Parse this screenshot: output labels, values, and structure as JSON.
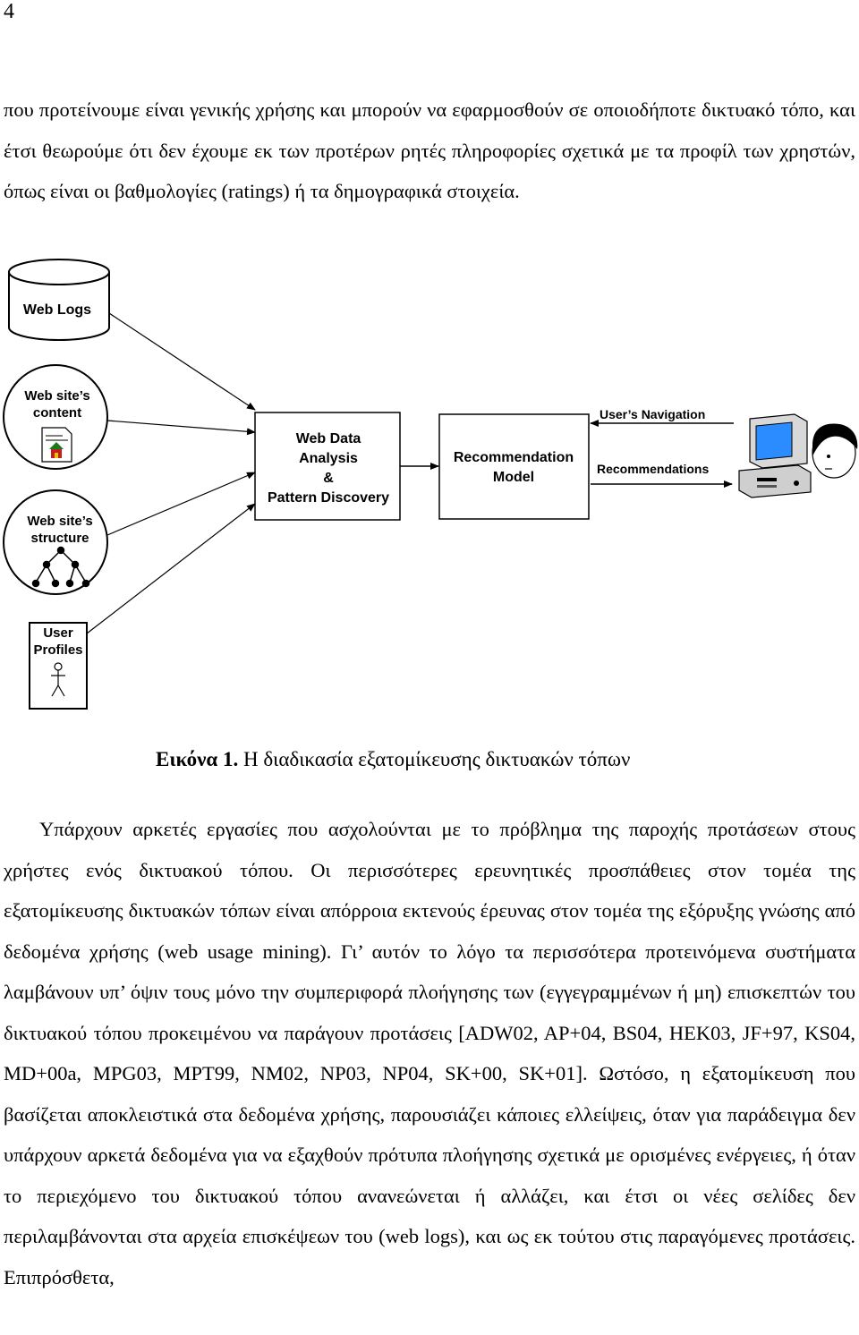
{
  "page_number": "4",
  "paragraph_top": "που προτείνουμε είναι γενικής χρήσης και μπορούν να εφαρμοσθούν σε οποιοδήποτε δικτυακό τόπο, και έτσι θεωρούμε ότι δεν έχουμε εκ των προτέρων ρητές πληροφορίες σχετικά με τα προφίλ των χρηστών, όπως είναι οι βαθμολογίες (ratings) ή τα δημογραφικά στοιχεία.",
  "diagram": {
    "web_logs": "Web Logs",
    "content_line1": "Web site’s",
    "content_line2": "content",
    "structure_line1": "Web site’s",
    "structure_line2": "structure",
    "profiles_line1": "User",
    "profiles_line2": "Profiles",
    "analysis_line1": "Web Data",
    "analysis_line2": "Analysis",
    "analysis_line3": "&",
    "analysis_line4": "Pattern Discovery",
    "model_line1": "Recommendation",
    "model_line2": "Model",
    "user_navigation": "User’s Navigation",
    "recommendations": "Recommendations"
  },
  "caption": {
    "label": "Εικόνα 1.",
    "text": " Η διαδικασία εξατομίκευσης δικτυακών τόπων"
  },
  "paragraph_bottom": "Υπάρχουν αρκετές εργασίες που ασχολούνται με το πρόβλημα της παροχής προτάσεων στους χρήστες ενός δικτυακού τόπου. Οι περισσότερες ερευνητικές προσπάθειες στον τομέα της εξατομίκευσης δικτυακών τόπων είναι απόρροια εκτενούς έρευνας στον τομέα της εξόρυξης γνώσης από δεδομένα χρήσης (web usage mining). Γι’ αυτόν το λόγο τα περισσότερα προτεινόμενα συστήματα λαμβάνουν υπ’ όψιν τους μόνο την συμπεριφορά πλοήγησης των (εγγεγραμμένων ή μη) επισκεπτών του δικτυακού τόπου προκειμένου να παράγουν προτάσεις [ADW02, AP+04, BS04, HEK03, JF+97, KS04, MD+00a, MPG03, MPT99, NM02, NP03, NP04, SK+00, SK+01]. Ωστόσο, η εξατομίκευση που βασίζεται αποκλειστικά στα δεδομένα χρήσης, παρουσιάζει κάποιες ελλείψεις, όταν για παράδειγμα δεν υπάρχουν αρκετά δεδομένα για να εξαχθούν πρότυπα πλοήγησης σχετικά με ορισμένες ενέργειες, ή όταν το περιεχόμενο του δικτυακού τόπου ανανεώνεται ή αλλάζει, και έτσι οι νέες σελίδες δεν περιλαμβάνονται στα αρχεία επισκέψεων του (web logs), και ως εκ τούτου στις παραγόμενες προτάσεις. Επιπρόσθετα,"
}
